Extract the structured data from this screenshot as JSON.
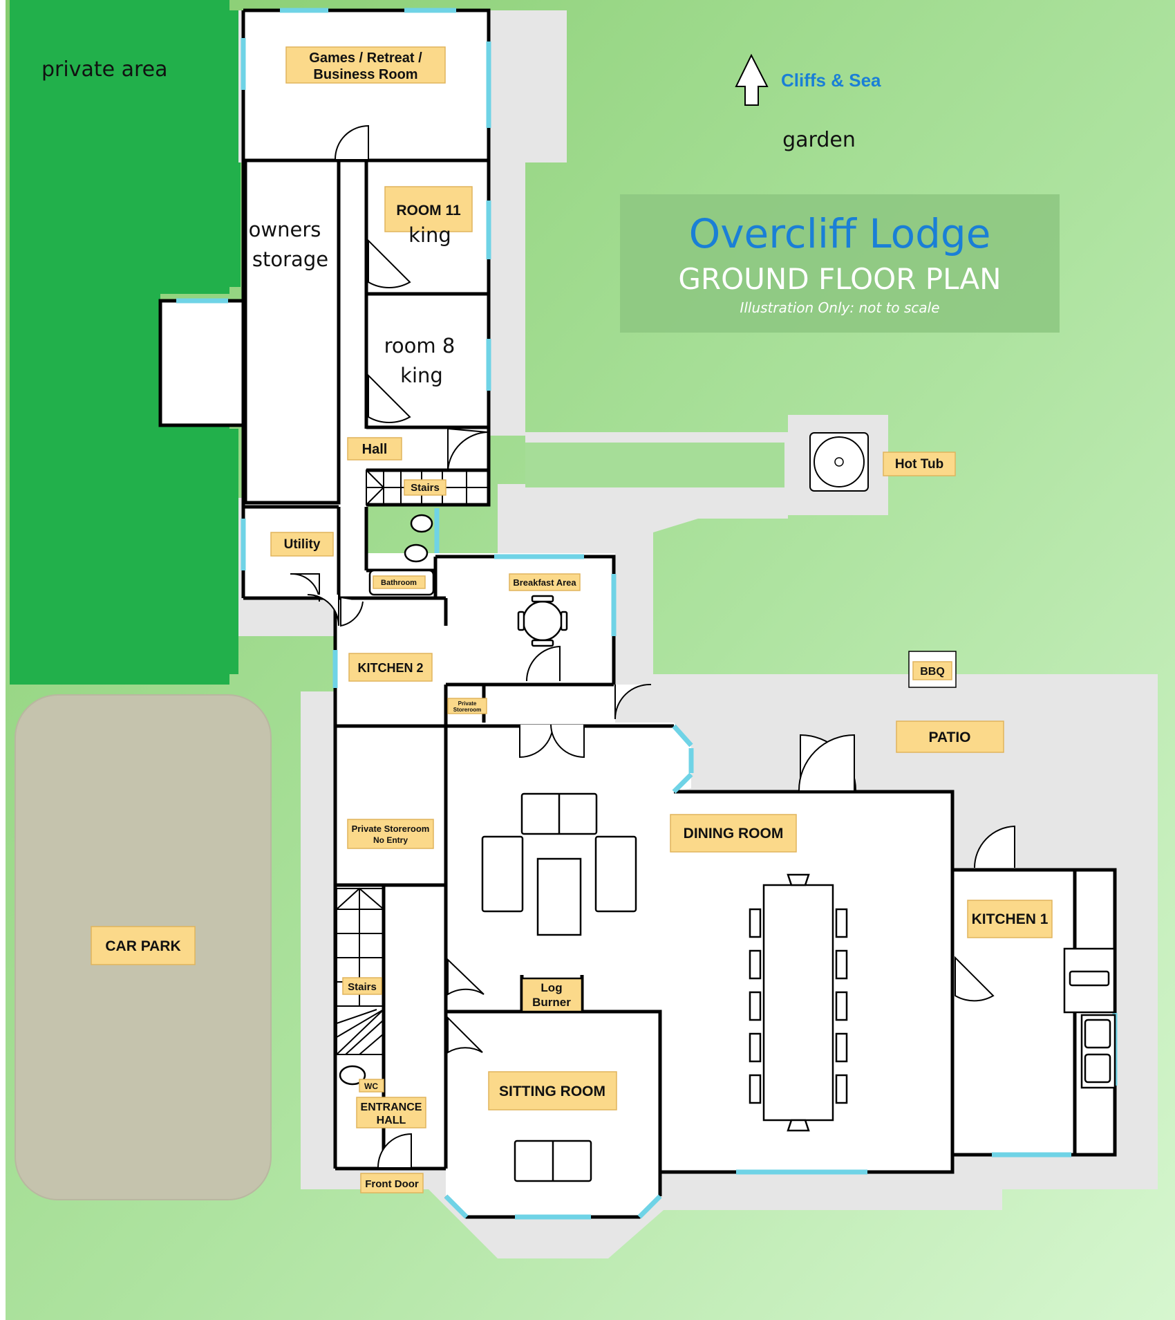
{
  "title": {
    "name": "Overcliff Lodge",
    "subtitle": "GROUND FLOOR PLAN",
    "note": "Illustration Only: not to scale"
  },
  "areas": {
    "private_area": "private area",
    "garden": "garden",
    "cliffs_sea": "Cliffs & Sea",
    "car_park": "CAR PARK",
    "patio": "PATIO",
    "hot_tub": "Hot Tub",
    "bbq": "BBQ"
  },
  "rooms": {
    "games_1": "Games / Retreat /",
    "games_2": "Business Room",
    "room11_1": "ROOM 11",
    "room11_2": "king",
    "owners_1": "owners",
    "owners_2": "storage",
    "room8_1": "room 8",
    "room8_2": "king",
    "hall": "Hall",
    "stairs_upper": "Stairs",
    "utility": "Utility",
    "bathroom": "Bathroom",
    "breakfast": "Breakfast Area",
    "kitchen2": "KITCHEN 2",
    "private_store_small_1": "Private",
    "private_store_small_2": "Storeroom",
    "private_store_1": "Private Storeroom",
    "private_store_2": "No Entry",
    "dining": "DINING ROOM",
    "kitchen1": "KITCHEN 1",
    "stairs_lower": "Stairs",
    "wc": "WC",
    "log_1": "Log",
    "log_2": "Burner",
    "sitting": "SITTING ROOM",
    "entrance_1": "ENTRANCE",
    "entrance_2": "HALL",
    "front_door": "Front Door"
  },
  "colors": {
    "grass": "#9ed98e",
    "private": "#22b04b",
    "car_park": "#c5c3ad",
    "paving": "#e6e6e6",
    "label_fill": "#fbd98a",
    "window": "#6fd3e6",
    "title_blue": "#1a7fd6"
  }
}
